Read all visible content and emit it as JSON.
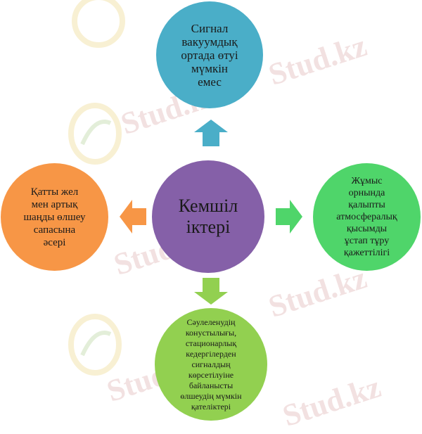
{
  "watermark": {
    "text": "Stud.kz"
  },
  "diagram": {
    "center": {
      "text": "Кемшіл\nіктері",
      "color": "#8560a8"
    },
    "top": {
      "text": "Сигнал\nвакуумдық\nортада өтуі\nмүмкін\nемес",
      "color": "#4aaec8"
    },
    "right": {
      "text": "Жұмыс\nорнында\nқалыпты\nатмосфералық\nқысымды\nұстап тұру\nқажеттілігі",
      "color": "#4fd56a"
    },
    "bottom": {
      "text": "Сәулеленудің\nконустылығы,\nстационарлық\nкедергілерден\nсигналдың\nкөрсетілуіне\nбайланысты\nөлшеудің мүмкін\nқателіктері",
      "color": "#92d050"
    },
    "left": {
      "text": "Қатты жел\nмен артық\nшаңды өлшеу\nсапасына\nәсері",
      "color": "#f79646"
    }
  },
  "arrows": {
    "up_color": "#4aaec8",
    "right_color": "#4fd56a",
    "down_color": "#92d050",
    "left_color": "#f79646"
  }
}
